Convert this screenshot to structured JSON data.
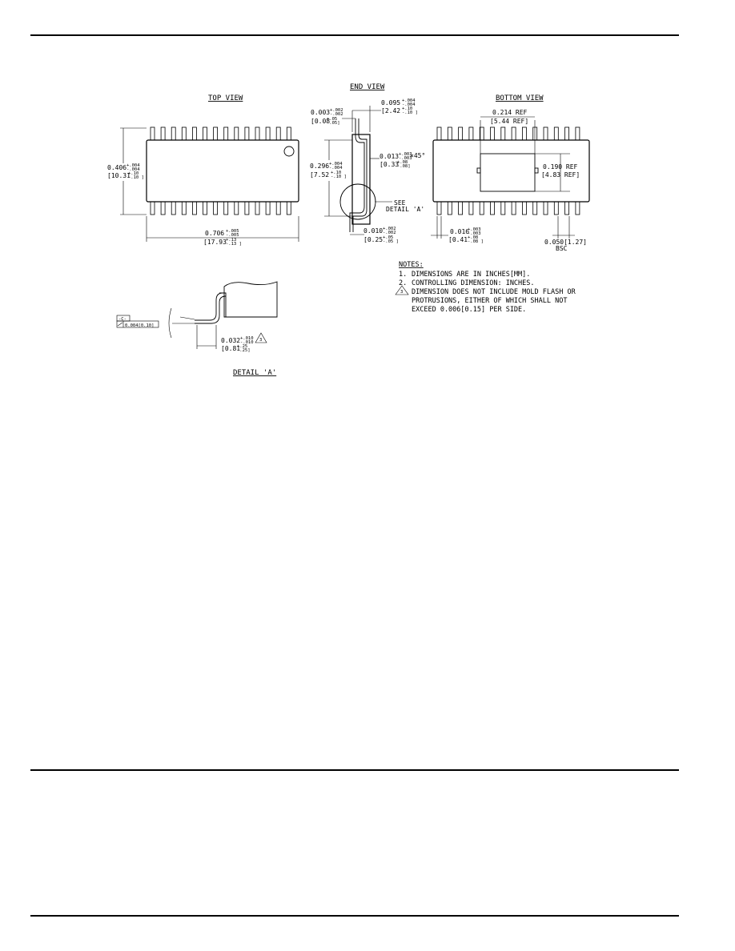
{
  "views": {
    "top": "TOP VIEW",
    "end": "END VIEW",
    "bottom": "BOTTOM VIEW",
    "detail": "DETAIL 'A'"
  },
  "dims": {
    "top_height": "0.406",
    "top_height_tol_a": "+.004",
    "top_height_tol_b": "-.004",
    "top_height_mm": "[10.31",
    "top_height_mm_tol_a": "+.10",
    "top_height_mm_tol_b": "-.10 ]",
    "top_length": "0.706",
    "top_length_tol_a": "+.005",
    "top_length_tol_b": "-.005",
    "top_length_mm": "[17.93",
    "top_length_mm_tol_a": "+.13",
    "top_length_mm_tol_b": "-.13 ]",
    "end_thk": "0.003",
    "end_thk_tol_a": "+.002",
    "end_thk_tol_b": "-.002",
    "end_thk_mm": "[0.08",
    "end_thk_mm_tol_a": "+.05",
    "end_thk_mm_tol_b": "-.05]",
    "end_h": "0.095",
    "end_h_tol_a": "+.004",
    "end_h_tol_b": "-.004",
    "end_h_mm": "[2.42",
    "end_h_mm_tol_a": "+.10",
    "end_h_mm_tol_b": "-.10 ]",
    "end_w": "0.296",
    "end_w_tol_a": "+.004",
    "end_w_tol_b": "-.004",
    "end_w_mm": "[7.52",
    "end_w_mm_tol_a": "+.10",
    "end_w_mm_tol_b": "-.10 ]",
    "end_ch": "0.013",
    "end_ch_tol_a": "+.003",
    "end_ch_tol_b": "-.003",
    "end_ch_suffix": "×45°",
    "end_ch_mm": "[0.33",
    "end_ch_mm_tol_a": "+.08",
    "end_ch_mm_tol_b": "-.08]",
    "see_1": "SEE",
    "see_2": "DETAIL 'A'",
    "end_lead": "0.010",
    "end_lead_tol_a": "+.002",
    "end_lead_tol_b": "-.002",
    "end_lead_mm": "[0.25",
    "end_lead_mm_tol_a": "+.05",
    "end_lead_mm_tol_b": "-.05 ]",
    "bot_ref_w": "0.214 REF",
    "bot_ref_w_mm": "[5.44 REF]",
    "bot_ref_h": "0.190 REF",
    "bot_ref_h_mm": "[4.83 REF]",
    "bot_pin_w": "0.016",
    "bot_pin_w_tol_a": "+.003",
    "bot_pin_w_tol_b": "-.003",
    "bot_pin_w_mm": "[0.41",
    "bot_pin_w_mm_tol_a": "+.08",
    "bot_pin_w_mm_tol_b": "-.08 ]",
    "bot_pitch": "0.050[1.27]",
    "bot_pitch_bsc": "BSC",
    "datum": "-C-",
    "flatness": "0.004[0.10]",
    "detail_dim": "0.032",
    "detail_dim_tol_a": "+.010",
    "detail_dim_tol_b": "-.010",
    "detail_dim_mm": "[0.81",
    "detail_dim_mm_tol_a": "+.25",
    "detail_dim_mm_tol_b": "-.25]",
    "note_flag": "3"
  },
  "notes": {
    "heading": "NOTES:",
    "n1_num": "1.",
    "n1": "DIMENSIONS ARE IN INCHES[MM].",
    "n2_num": "2.",
    "n2": "CONTROLLING DIMENSION: INCHES.",
    "n3_num": "3",
    "n3_l1": "DIMENSION DOES NOT INCLUDE MOLD FLASH OR",
    "n3_l2": "PROTRUSIONS, EITHER OF WHICH SHALL NOT",
    "n3_l3": "EXCEED 0.006[0.15] PER SIDE."
  }
}
